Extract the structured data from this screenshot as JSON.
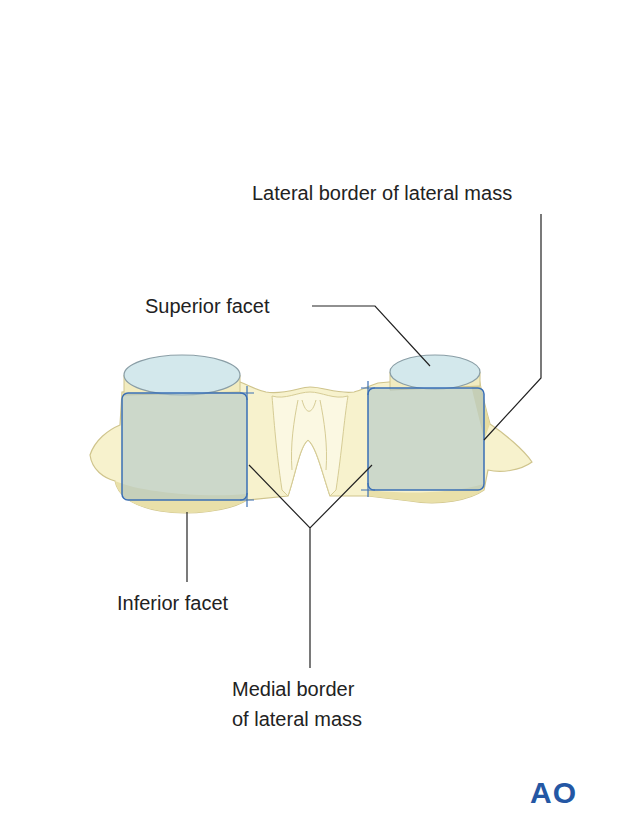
{
  "diagram": {
    "labels": [
      "Lateral border of lateral mass",
      "Superior facet",
      "Inferior facet",
      "Medial border of lateral mass",
      "AO"
    ]
  }
}
